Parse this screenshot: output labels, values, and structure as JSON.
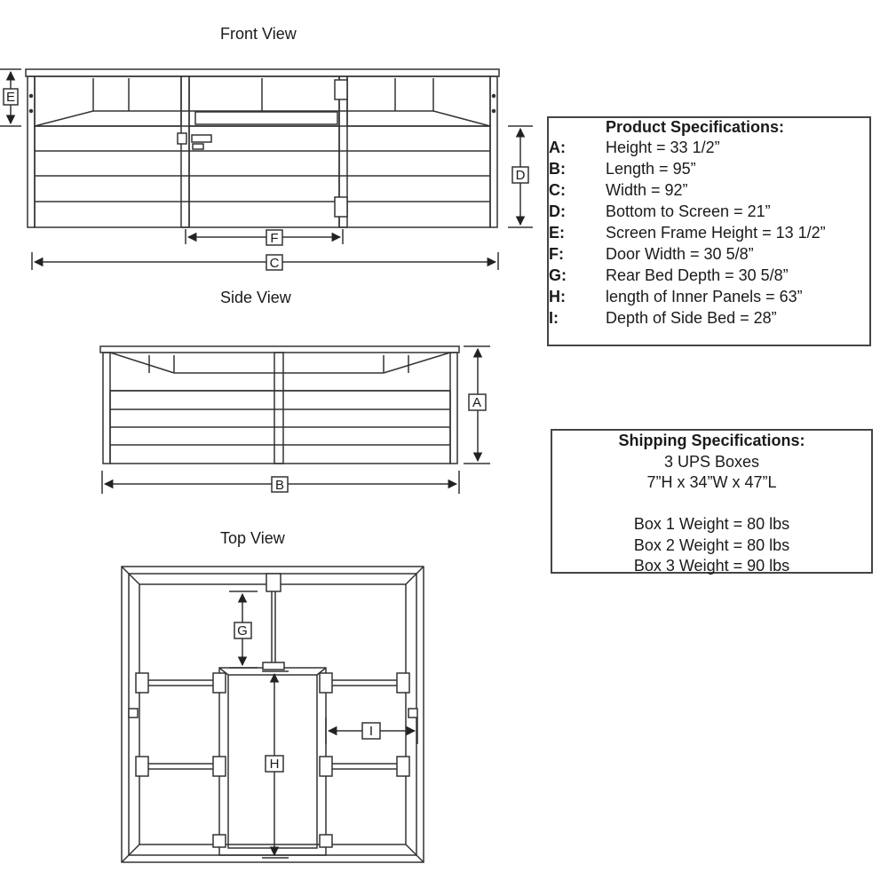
{
  "views": {
    "front": "Front View",
    "side": "Side View",
    "top": "Top View"
  },
  "dimension_labels": {
    "A": "A",
    "B": "B",
    "C": "C",
    "D": "D",
    "E": "E",
    "F": "F",
    "G": "G",
    "H": "H",
    "I": "I"
  },
  "product_specs": {
    "title": "Product Specifications:",
    "items": [
      {
        "key": "A:",
        "text": "Height = 33 1/2”"
      },
      {
        "key": "B:",
        "text": "Length =  95”"
      },
      {
        "key": "C:",
        "text": "Width = 92”"
      },
      {
        "key": "D:",
        "text": "Bottom to Screen = 21”"
      },
      {
        "key": "E:",
        "text": "Screen Frame Height = 13 1/2”"
      },
      {
        "key": "F:",
        "text": "Door Width = 30 5/8”"
      },
      {
        "key": "G:",
        "text": "Rear Bed Depth = 30 5/8”"
      },
      {
        "key": "H:",
        "text": "length of Inner Panels = 63”"
      },
      {
        "key": "I:",
        "text": "Depth of Side Bed = 28”"
      }
    ]
  },
  "shipping_specs": {
    "title": "Shipping Specifications:",
    "lines": [
      "3 UPS Boxes",
      "7”H x 34”W x 47”L",
      "",
      "Box 1 Weight = 80 lbs",
      "Box 2 Weight = 80 lbs",
      "Box 3 Weight = 90 lbs"
    ]
  },
  "colors": {
    "line": "#333333",
    "text": "#1a1a1a"
  }
}
